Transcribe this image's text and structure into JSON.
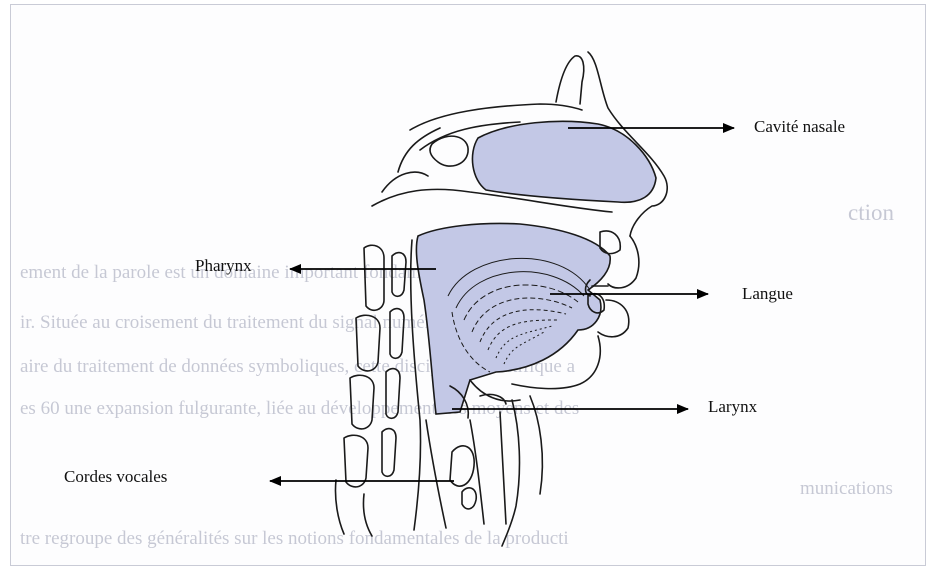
{
  "labels": {
    "cavite_nasale": "Cavité nasale",
    "pharynx": "Pharynx",
    "langue": "Langue",
    "larynx": "Larynx",
    "cordes_vocales": "Cordes vocales"
  },
  "bleed_through": {
    "heading": "ction",
    "line1": "ement de la parole est un domaine important fondamentale de",
    "line2": "ir. Située au croisement du traitement du signal numérique et du traiteme",
    "line3": "aire du traitement de données symboliques, cette discipline scientifique a",
    "line4": "es 60 une expansion fulgurante, liée au développement des moyens et des",
    "line5": "munications",
    "line6": "tre regroupe des généralités sur les notions fondamentales de la producti"
  },
  "colors": {
    "cavity_fill": "#c3c8e6",
    "line": "#1a1a1a",
    "arrow": "#000000"
  }
}
